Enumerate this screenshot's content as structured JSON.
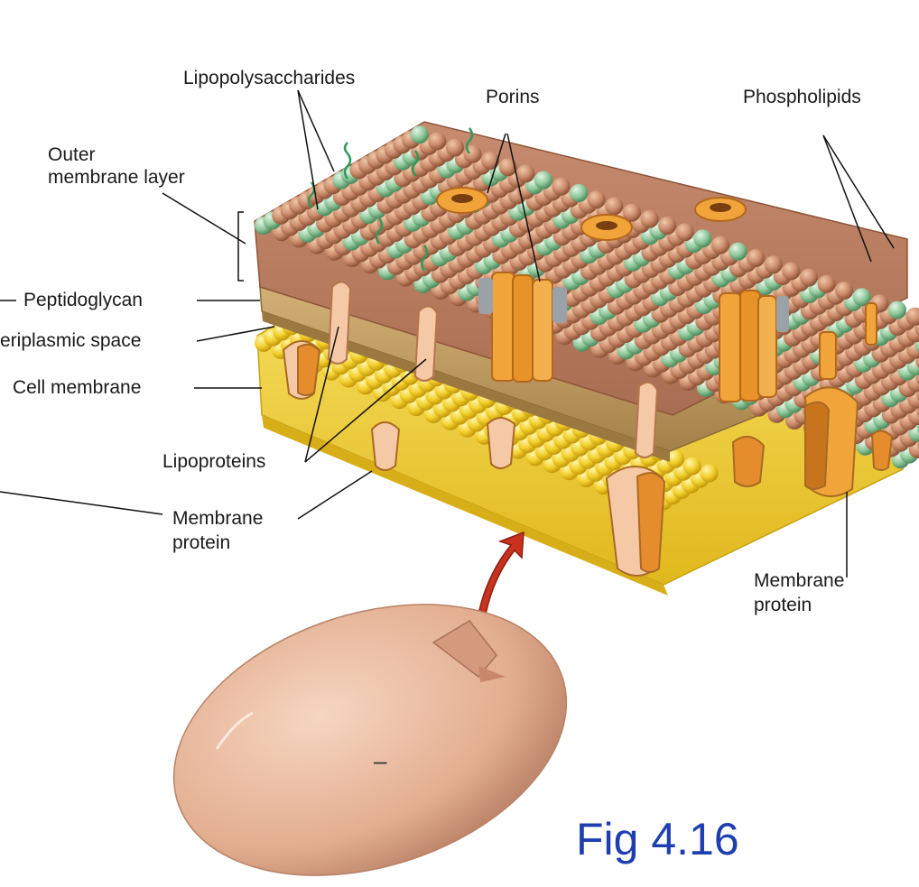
{
  "labels": {
    "lipopolysaccharides": "Lipopolysaccharides",
    "porins": "Porins",
    "phospholipids": "Phospholipids",
    "outer_membrane_1": "Outer",
    "outer_membrane_2": "membrane layer",
    "peptidoglycan": "Peptidoglycan",
    "periplasmic_space": "eriplasmic space",
    "cell_membrane": "Cell membrane",
    "lipoproteins": "Lipoproteins",
    "membrane_protein_left_1": "Membrane",
    "membrane_protein_left_2": "protein",
    "membrane_protein_right_1": "Membrane",
    "membrane_protein_right_2": "protein"
  },
  "cell_mark": "–",
  "figure_caption": "Fig 4.16",
  "colors": {
    "outer_head": "#c98a6a",
    "outer_head_green": "#8fc79a",
    "peptidoglycan": "#c9a467",
    "inner_head": "#f2cf2a",
    "porin": "#f0a43a",
    "protein_light": "#f6c9a6",
    "cell_body": "#e8b79a",
    "arrow": "#c8321f",
    "caption": "#1f3fb0"
  }
}
